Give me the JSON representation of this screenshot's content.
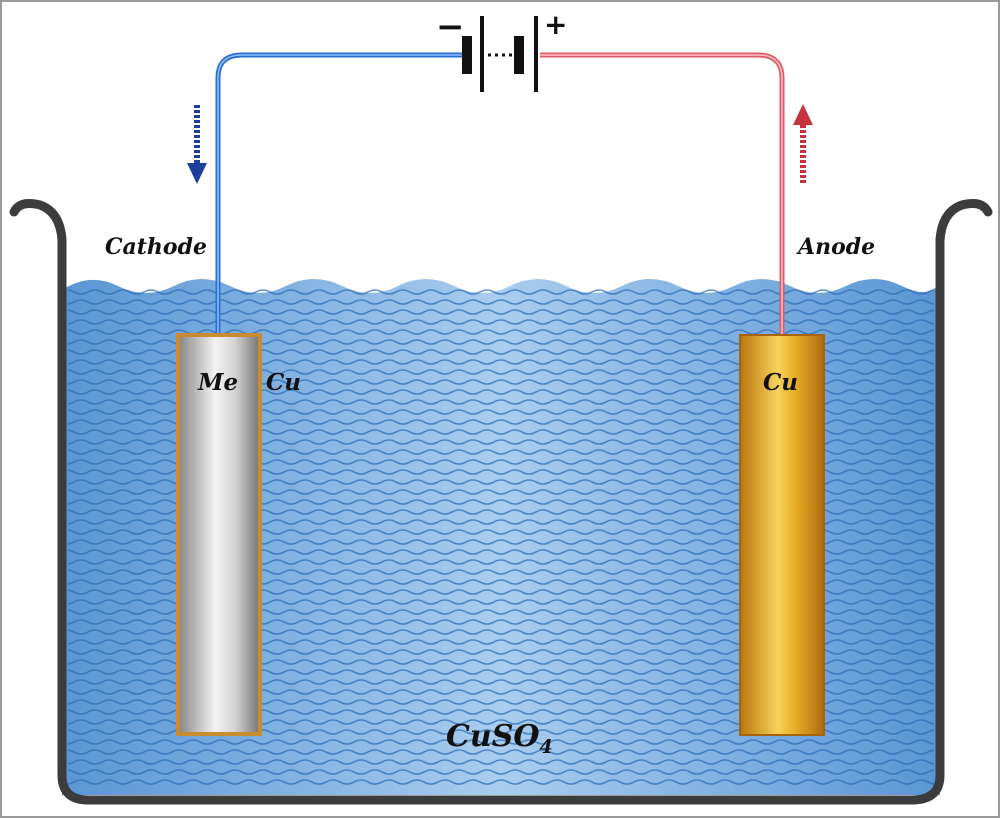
{
  "labels": {
    "cathode": "Cathode",
    "anode": "Anode",
    "cathode_metal": "Me",
    "cathode_coating": "Cu",
    "anode_metal": "Cu",
    "electrolyte_main": "CuSO",
    "electrolyte_sub": "4",
    "battery_negative": "−",
    "battery_positive": "+"
  },
  "colors": {
    "frame": "#9a9a9a",
    "container": "#3c3c3c",
    "solution_light": "#a9cdee",
    "solution_dark": "#5a95d4",
    "wave": "#2d6fb8",
    "wire_negative": "#2a6fd0",
    "wire_positive": "#e05a66",
    "arrow_negative": "#1c3fa0",
    "arrow_positive": "#c8323e",
    "cathode_rod": "#c8c8c8",
    "cathode_rim": "#c98a30",
    "anode_rod": "#e2a020"
  },
  "icons": {
    "down_arrow": "electron-flow-down-arrow-icon",
    "up_arrow": "electron-flow-up-arrow-icon",
    "battery": "battery-icon"
  }
}
